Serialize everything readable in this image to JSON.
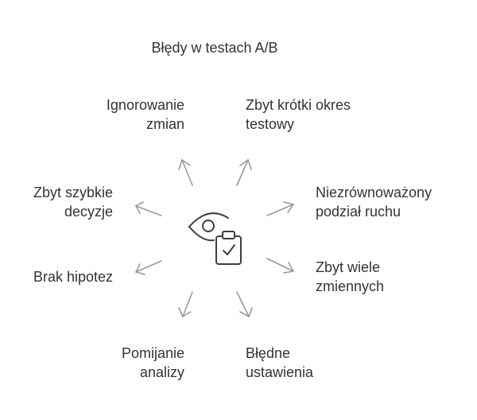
{
  "title": "Błędy w testach A/B",
  "center_icon": "eye-clipboard-check-icon",
  "labels": [
    "Ignorowanie\nzmian",
    "Zbyt krótki okres\ntestowy",
    "Zbyt szybkie\ndecyzje",
    "Niezrównoważony\npodział ruchu",
    "Brak hipotez",
    "Zbyt wiele\nzmiennych",
    "Pomijanie\nanalizy",
    "Błędne\nustawienia"
  ],
  "colors": {
    "text": "#333333",
    "arrow": "#9a9a9a",
    "icon_stroke": "#3f3f3f"
  }
}
